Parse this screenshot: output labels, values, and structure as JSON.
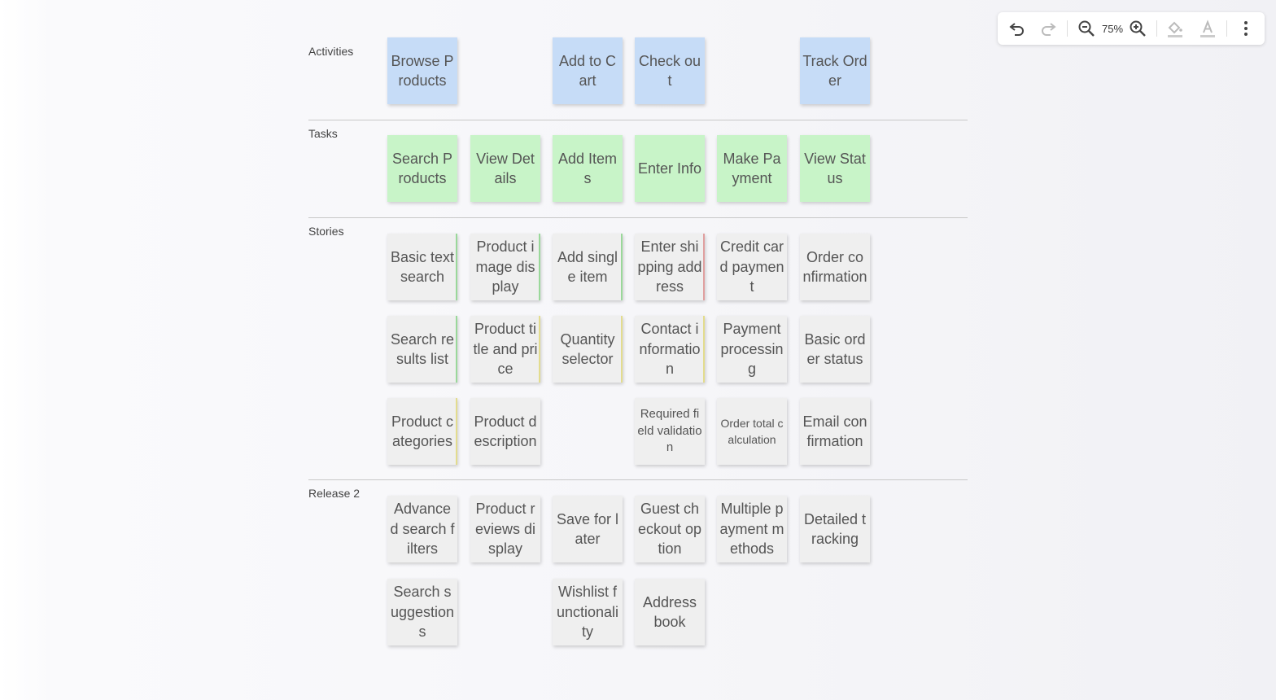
{
  "toolbar": {
    "zoom_level": "75%",
    "icons": [
      "undo-icon",
      "redo-icon",
      "zoom-out-icon",
      "zoom-in-icon",
      "fill-color-icon",
      "text-color-icon",
      "more-icon"
    ]
  },
  "rows": {
    "activities": "Activities",
    "tasks": "Tasks",
    "stories": "Stories",
    "release2": "Release 2"
  },
  "activities": [
    "Browse Products",
    "Add to Cart",
    "Check out",
    "Track Order"
  ],
  "tasks": [
    "Search Products",
    "View Details",
    "Add Items",
    "Enter Info",
    "Make Payment",
    "View Status"
  ],
  "stories": [
    "Basic text search",
    "Product image display",
    "Add single item",
    "Enter shipping address",
    "Credit card payment",
    "Order confirmation",
    "Search results list",
    "Product title and price",
    "Quantity selector",
    "Contact information",
    "Payment processing",
    "Basic order status",
    "Product categories",
    "Product description",
    "Required field validation",
    "Order total calculation",
    "Email confirmation"
  ],
  "release2": [
    "Advanced search filters",
    "Product reviews display",
    "Save for later",
    "Guest checkout option",
    "Multiple payment methods",
    "Detailed tracking",
    "Search suggestions",
    "Wishlist functionality",
    "Address book"
  ],
  "status_colors": {
    "green": "#9ad89a",
    "yellow": "#e3dc8e",
    "red": "#e0a0a0"
  }
}
